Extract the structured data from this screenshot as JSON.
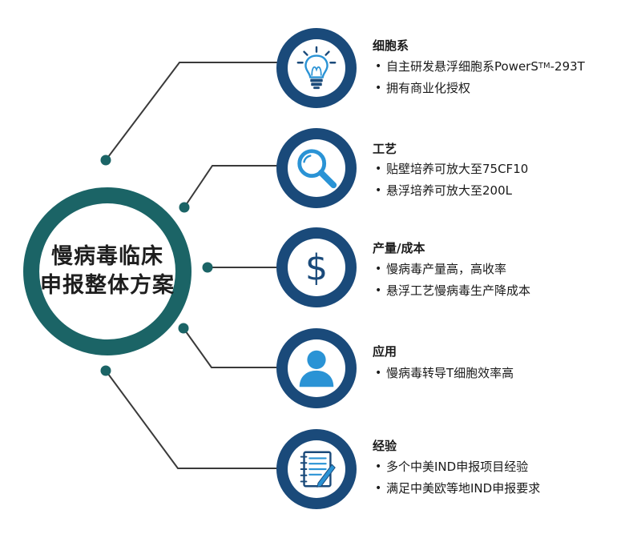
{
  "center": {
    "line1": "慢病毒临床",
    "line2": "申报整体方案"
  },
  "sections": [
    {
      "title": "细胞系",
      "icon": "lightbulb-icon",
      "bullets": [
        "自主研发悬浮细胞系PowerS",
        "拥有商业化授权"
      ],
      "trademark": "TM",
      "trademark_suffix": "-293T"
    },
    {
      "title": "工艺",
      "icon": "magnifier-icon",
      "bullets": [
        "贴壁培养可放大至75CF10",
        "悬浮培养可放大至200L"
      ]
    },
    {
      "title": "产量/成本",
      "icon": "dollar-icon",
      "bullets": [
        "慢病毒产量高，高收率",
        "悬浮工艺慢病毒生产降成本"
      ]
    },
    {
      "title": "应用",
      "icon": "user-icon",
      "bullets": [
        "慢病毒转导T细胞效率高"
      ]
    },
    {
      "title": "经验",
      "icon": "notepad-icon",
      "bullets": [
        "多个中美IND申报项目经验",
        "满足中美欧等地IND申报要求"
      ]
    }
  ],
  "bullet_glyph": "•",
  "colors": {
    "ring": "#1b6466",
    "node": "#1a4a7a",
    "accent": "#2a93d5",
    "connector": "#3a3a3a",
    "text": "#1a1a1a"
  }
}
